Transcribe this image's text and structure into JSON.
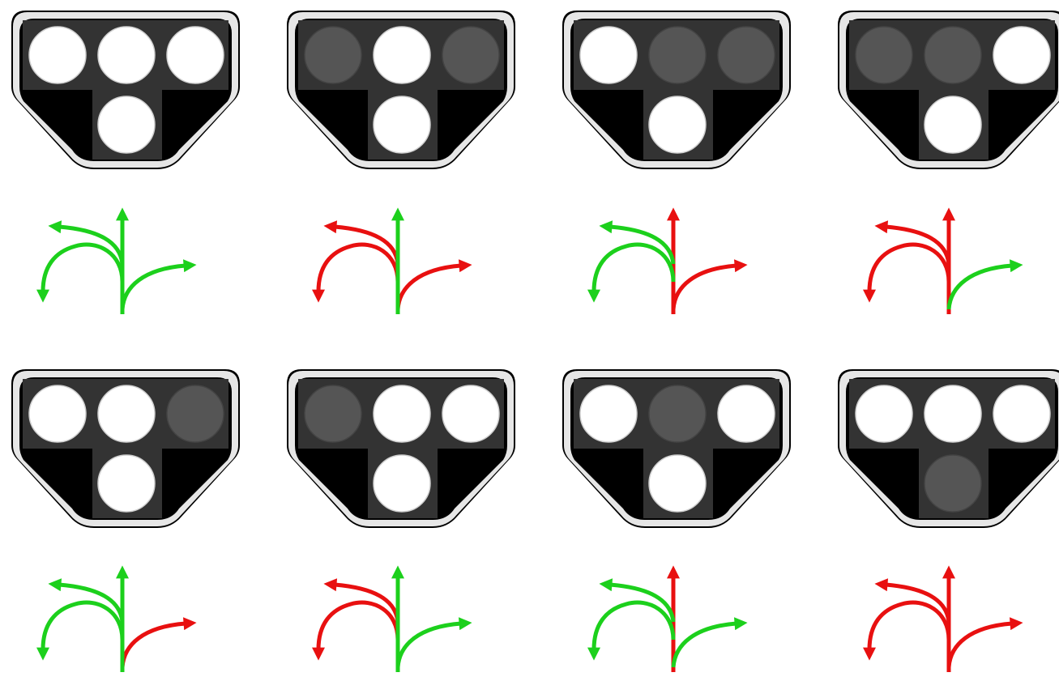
{
  "colors": {
    "background": "#ffffff",
    "housing_outer": "#000000",
    "housing_rim": "#e6e6e6",
    "housing_body": "#333333",
    "housing_corner": "#000000",
    "lamp_lit": "#ffffff",
    "lamp_unlit": "#555555",
    "lamp_unlit_rim": "#444444",
    "movement_allowed": "#1cd01c",
    "movement_prohibited": "#e81010"
  },
  "lamp_order": [
    "top-left",
    "top-middle",
    "top-right",
    "bottom"
  ],
  "movement_order": [
    "u-turn",
    "left",
    "straight",
    "right"
  ],
  "signals": [
    {
      "lamps": {
        "top-left": "lit",
        "top-middle": "lit",
        "top-right": "lit",
        "bottom": "lit"
      },
      "movements": {
        "u-turn": "allowed",
        "left": "allowed",
        "straight": "allowed",
        "right": "allowed"
      }
    },
    {
      "lamps": {
        "top-left": "unlit",
        "top-middle": "lit",
        "top-right": "unlit",
        "bottom": "lit"
      },
      "movements": {
        "u-turn": "prohibited",
        "left": "prohibited",
        "straight": "allowed",
        "right": "prohibited"
      }
    },
    {
      "lamps": {
        "top-left": "lit",
        "top-middle": "unlit",
        "top-right": "unlit",
        "bottom": "lit"
      },
      "movements": {
        "u-turn": "allowed",
        "left": "allowed",
        "straight": "prohibited",
        "right": "prohibited"
      }
    },
    {
      "lamps": {
        "top-left": "unlit",
        "top-middle": "unlit",
        "top-right": "lit",
        "bottom": "lit"
      },
      "movements": {
        "u-turn": "prohibited",
        "left": "prohibited",
        "straight": "prohibited",
        "right": "allowed"
      }
    },
    {
      "lamps": {
        "top-left": "lit",
        "top-middle": "lit",
        "top-right": "unlit",
        "bottom": "lit"
      },
      "movements": {
        "u-turn": "allowed",
        "left": "allowed",
        "straight": "allowed",
        "right": "prohibited"
      }
    },
    {
      "lamps": {
        "top-left": "unlit",
        "top-middle": "lit",
        "top-right": "lit",
        "bottom": "lit"
      },
      "movements": {
        "u-turn": "prohibited",
        "left": "prohibited",
        "straight": "allowed",
        "right": "allowed"
      }
    },
    {
      "lamps": {
        "top-left": "lit",
        "top-middle": "unlit",
        "top-right": "lit",
        "bottom": "lit"
      },
      "movements": {
        "u-turn": "allowed",
        "left": "allowed",
        "straight": "prohibited",
        "right": "allowed"
      }
    },
    {
      "lamps": {
        "top-left": "lit",
        "top-middle": "lit",
        "top-right": "lit",
        "bottom": "unlit"
      },
      "movements": {
        "u-turn": "prohibited",
        "left": "prohibited",
        "straight": "prohibited",
        "right": "prohibited"
      }
    }
  ]
}
